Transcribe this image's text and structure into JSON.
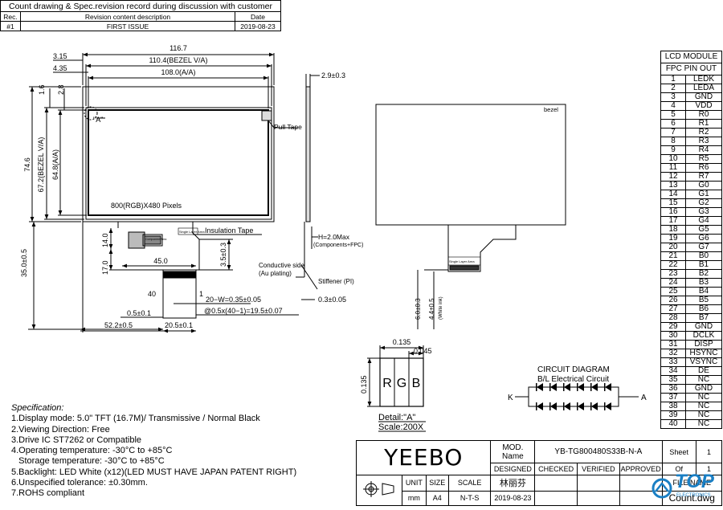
{
  "revision": {
    "title": "Count drawing & Spec.revision record during discussion with customer",
    "headers": [
      "Rec.",
      "Revision content description",
      "Date"
    ],
    "rows": [
      [
        "#1",
        "FIRST ISSUE",
        "2019-08-23"
      ]
    ]
  },
  "drawing": {
    "dim_total_w": "116.7",
    "dim_bezel_w": "110.4(BEZEL V/A)",
    "dim_aa_w": "108.0(A/A)",
    "dim_3_15": "3.15",
    "dim_4_35": "4.35",
    "dim_1_6": "1.6",
    "dim_2_8": "2.8",
    "dim_total_h": "74.6",
    "dim_bezel_h": "67.2(BEZEL V/A)",
    "dim_aa_h": "64.8(A/A)",
    "label_a": "\"A\"",
    "pixels": "800(RGB)X480  Pixels",
    "pull_tape": "Pull Tape",
    "insulation_tape": "Insulation Tape",
    "single_layer": "Single Layer Area",
    "component_area": "Component Area",
    "dim_35": "35.0±0.5",
    "dim_14": "14.0",
    "dim_17": "17.0",
    "dim_45": "45.0",
    "dim_3_5": "3.5±0.3",
    "pin40": "40",
    "pin1": "1",
    "dim_w": "20−W=0.35±0.05",
    "dim_pitch": "@0.5x(40−1)=19.5±0.07",
    "dim_0_5": "0.5±0.1",
    "dim_52": "52.2±0.5",
    "dim_20_5": "20.5±0.1",
    "dim_thk": "2.9±0.3",
    "dim_h": "H=2.0Max",
    "dim_h_sub": "(Components+FPC)",
    "conductive": "Conductive side",
    "au_plating": "(Au plating)",
    "stiffener": "Stiffener (PI)",
    "dim_0_3": "0.3±0.05",
    "bezel": "bezel",
    "dim_6": "6.0±0.3",
    "dim_4_4": "4.4±0.5",
    "white_ink": "(White ink)"
  },
  "detail": {
    "dim_0135": "0.135",
    "dim_0045": "0.045",
    "dim_v0135": "0.135",
    "letters": [
      "R",
      "G",
      "B"
    ],
    "label": "Detail:\"A\"",
    "scale": "Scale:200X"
  },
  "circuit": {
    "title": "CIRCUIT DIAGRAM",
    "subtitle": "B/L Electrical Circuit",
    "k": "K",
    "a": "A"
  },
  "spec": {
    "heading": "Specification:",
    "lines": [
      "1.Display mode: 5.0\" TFT (16.7M)/ Transmissive / Normal Black",
      "2.Viewing Direction: Free",
      "3.Drive IC ST7262 or Compatible",
      "4.Operating temperature: -30°C to +85°C",
      "   Storage temperature: -30°C to +85°C",
      "5.Backlight: LED White (x12)(LED MUST HAVE JAPAN PATENT RIGHT)",
      "6.Unspecified tolerance: ±0.30mm.",
      "7.ROHS compliant"
    ]
  },
  "pinout": {
    "title1": "LCD MODULE",
    "title2": "FPC PIN OUT",
    "pins": [
      "LEDK",
      "LEDA",
      "GND",
      "VDD",
      "R0",
      "R1",
      "R2",
      "R3",
      "R4",
      "R5",
      "R6",
      "R7",
      "G0",
      "G1",
      "G2",
      "G3",
      "G4",
      "G5",
      "G6",
      "G7",
      "B0",
      "B1",
      "B2",
      "B3",
      "B4",
      "B5",
      "B6",
      "B7",
      "GND",
      "DCLK",
      "DISP",
      "HSYNC",
      "VSYNC",
      "DE",
      "NC",
      "GND",
      "NC",
      "NC",
      "NC",
      "NC"
    ]
  },
  "title_block": {
    "logo": "YEEBO",
    "mod_label": "MOD.",
    "name_label": "Name",
    "model": "YB-TG800480S33B-N-A",
    "sheet_label": "Sheet",
    "sheet_val": "1",
    "of_label": "Of",
    "of_val": "1",
    "designed": "DESIGNED",
    "checked": "CHECKED",
    "verified": "VERIFIED",
    "approved": "APPROVED",
    "file_name": "FILE NAME",
    "file_val": "Count.dwg",
    "unit_label": "UNIT",
    "size_label": "SIZE",
    "scale_label": "SCALE",
    "unit_val": "mm",
    "size_val": "A4",
    "scale_val": "N-T-S",
    "designer": "林丽芬",
    "date": "2019-08-23"
  },
  "watermark": {
    "text": "TOP",
    "sub": "ELECTRONICS"
  }
}
